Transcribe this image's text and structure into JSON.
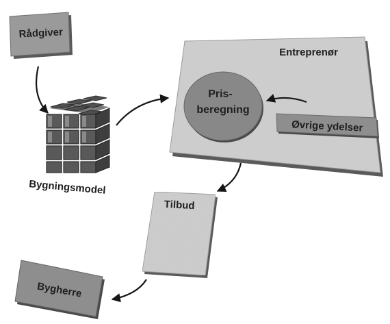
{
  "nodes": {
    "raadgiver": "Rådgiver",
    "bygningsmodel": "Bygningsmodel",
    "entreprenoer": "Entreprenør",
    "prisberegning_line1": "Pris-",
    "prisberegning_line2": "beregning",
    "oevrige_ydelser": "Øvrige ydelser",
    "tilbud": "Tilbud",
    "bygherre": "Bygherre"
  },
  "colors": {
    "panel": "#cdcdcd",
    "panel_shadow": "#5a5a5a",
    "box_dark": "#8e8e8e",
    "circle": "#888888",
    "paper": "#cfcfcf",
    "cube": "#595959",
    "arrow": "#151515"
  }
}
